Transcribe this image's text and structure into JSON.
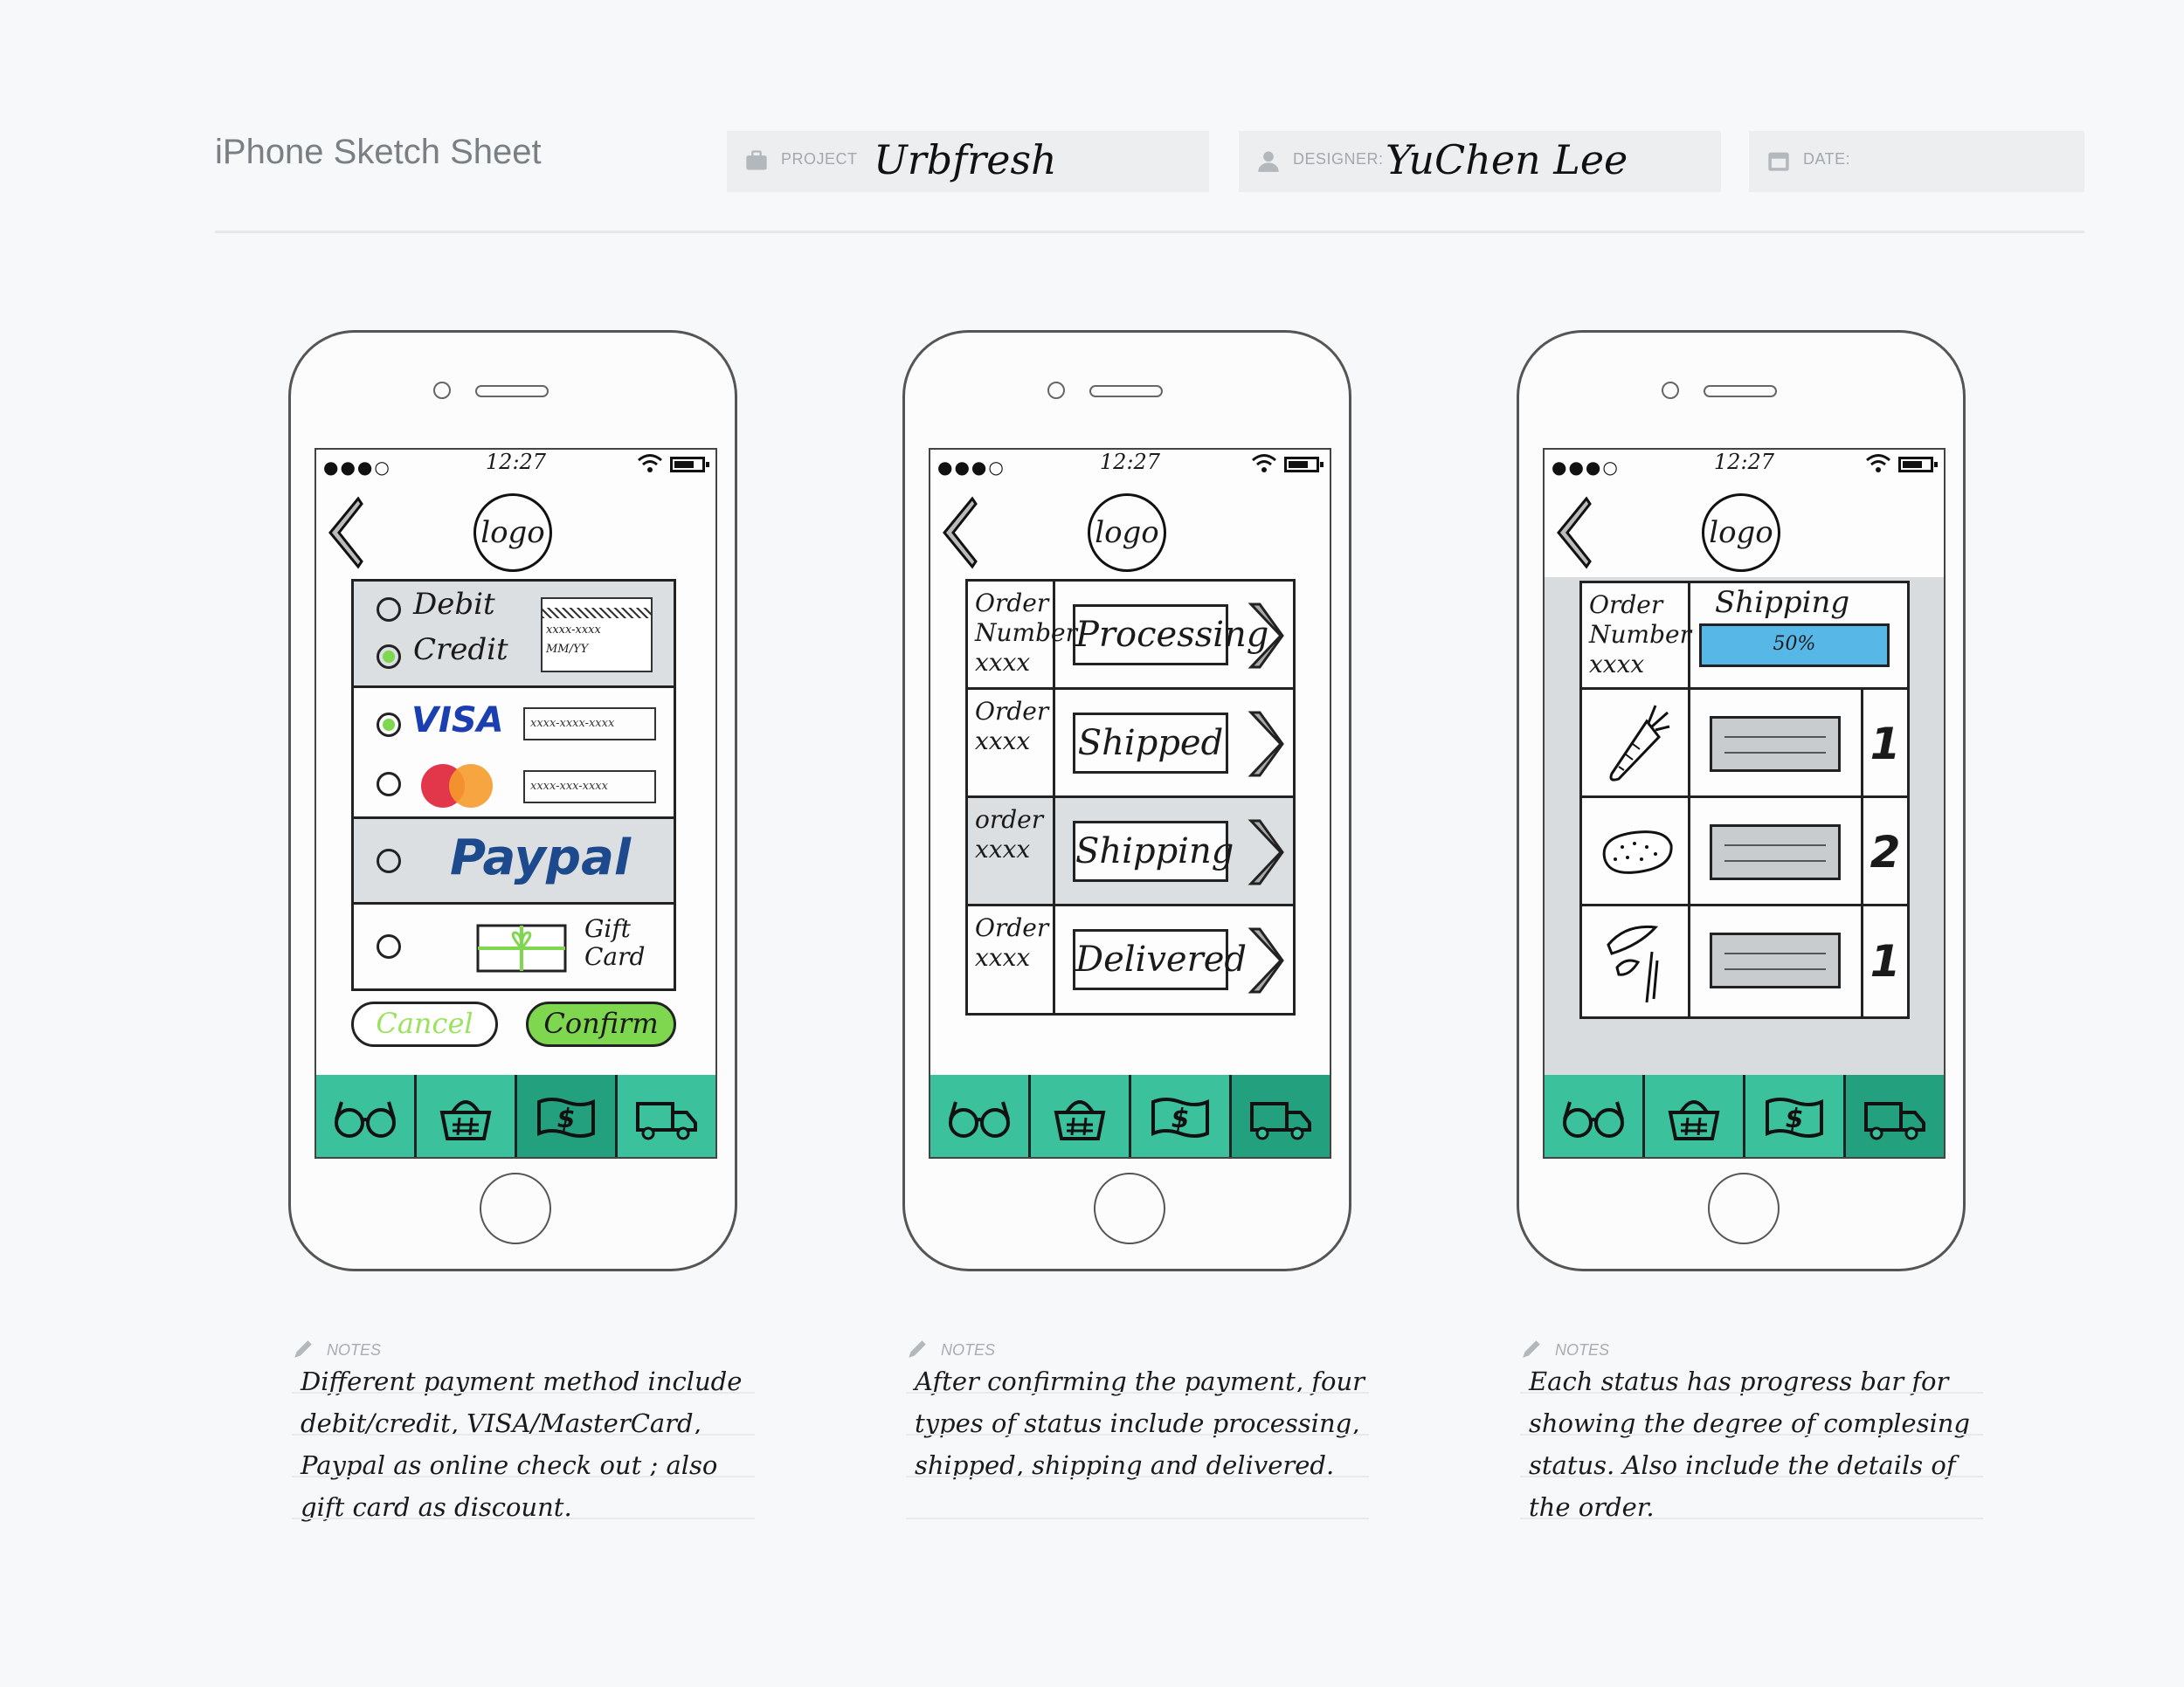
{
  "header": {
    "title": "iPhone Sketch Sheet",
    "project_label": "PROJECT",
    "project_value": "Urbfresh",
    "designer_label": "DESIGNER:",
    "designer_value": "YuChen Lee",
    "date_label": "DATE:",
    "date_value": ""
  },
  "colors": {
    "tabbar": "#3bc29d",
    "tab_active": "#23a07e",
    "confirm": "#7fd64f",
    "progress": "#57b8e8",
    "dim_overlay": "#d9dcde"
  },
  "phones": [
    {
      "status": {
        "signal": "●●●○",
        "time": "12:27"
      },
      "logo": "logo",
      "payment": {
        "debit": "Debit",
        "credit": "Credit",
        "card_field": "xxxx-xxxx",
        "expiry": "MM/YY",
        "visa": "VISA",
        "visa_field": "xxxx-xxxx-xxxx",
        "mc_field": "xxxx-xxx-xxxx",
        "paypal": "Paypal",
        "gift_card": "Gift Card"
      },
      "cancel": "Cancel",
      "confirm": "Confirm",
      "active_tab": 2
    },
    {
      "status": {
        "signal": "●●●○",
        "time": "12:27"
      },
      "logo": "logo",
      "orders": [
        {
          "label": "Order Number xxxx",
          "status": "Processing"
        },
        {
          "label": "Order xxxx",
          "status": "Shipped"
        },
        {
          "label": "order xxxx",
          "status": "Shipping"
        },
        {
          "label": "Order xxxx",
          "status": "Delivered"
        }
      ],
      "active_tab": 3
    },
    {
      "status": {
        "signal": "●●●○",
        "time": "12:27"
      },
      "logo": "logo",
      "order_label": "Order Number xxxx",
      "order_status": "Shipping",
      "progress_text": "50%",
      "progress": 0.5,
      "items": [
        {
          "icon": "carrot-icon",
          "qty": "1"
        },
        {
          "icon": "potato-icon",
          "qty": "2"
        },
        {
          "icon": "greens-icon",
          "qty": "1"
        }
      ],
      "active_tab": 3
    }
  ],
  "tabs": [
    {
      "icon": "glasses-icon"
    },
    {
      "icon": "basket-icon"
    },
    {
      "icon": "money-icon"
    },
    {
      "icon": "truck-icon"
    }
  ],
  "notes": [
    {
      "label": "NOTES",
      "text": "Different payment method include debit/credit, VISA/MasterCard, Paypal as online check out ; also gift card as discount."
    },
    {
      "label": "NOTES",
      "text": "After confirming the payment, four types of status include processing, shipped, shipping and delivered."
    },
    {
      "label": "NOTES",
      "text": "Each status has progress bar for showing the degree of complesing status. Also include the details of the order."
    }
  ]
}
